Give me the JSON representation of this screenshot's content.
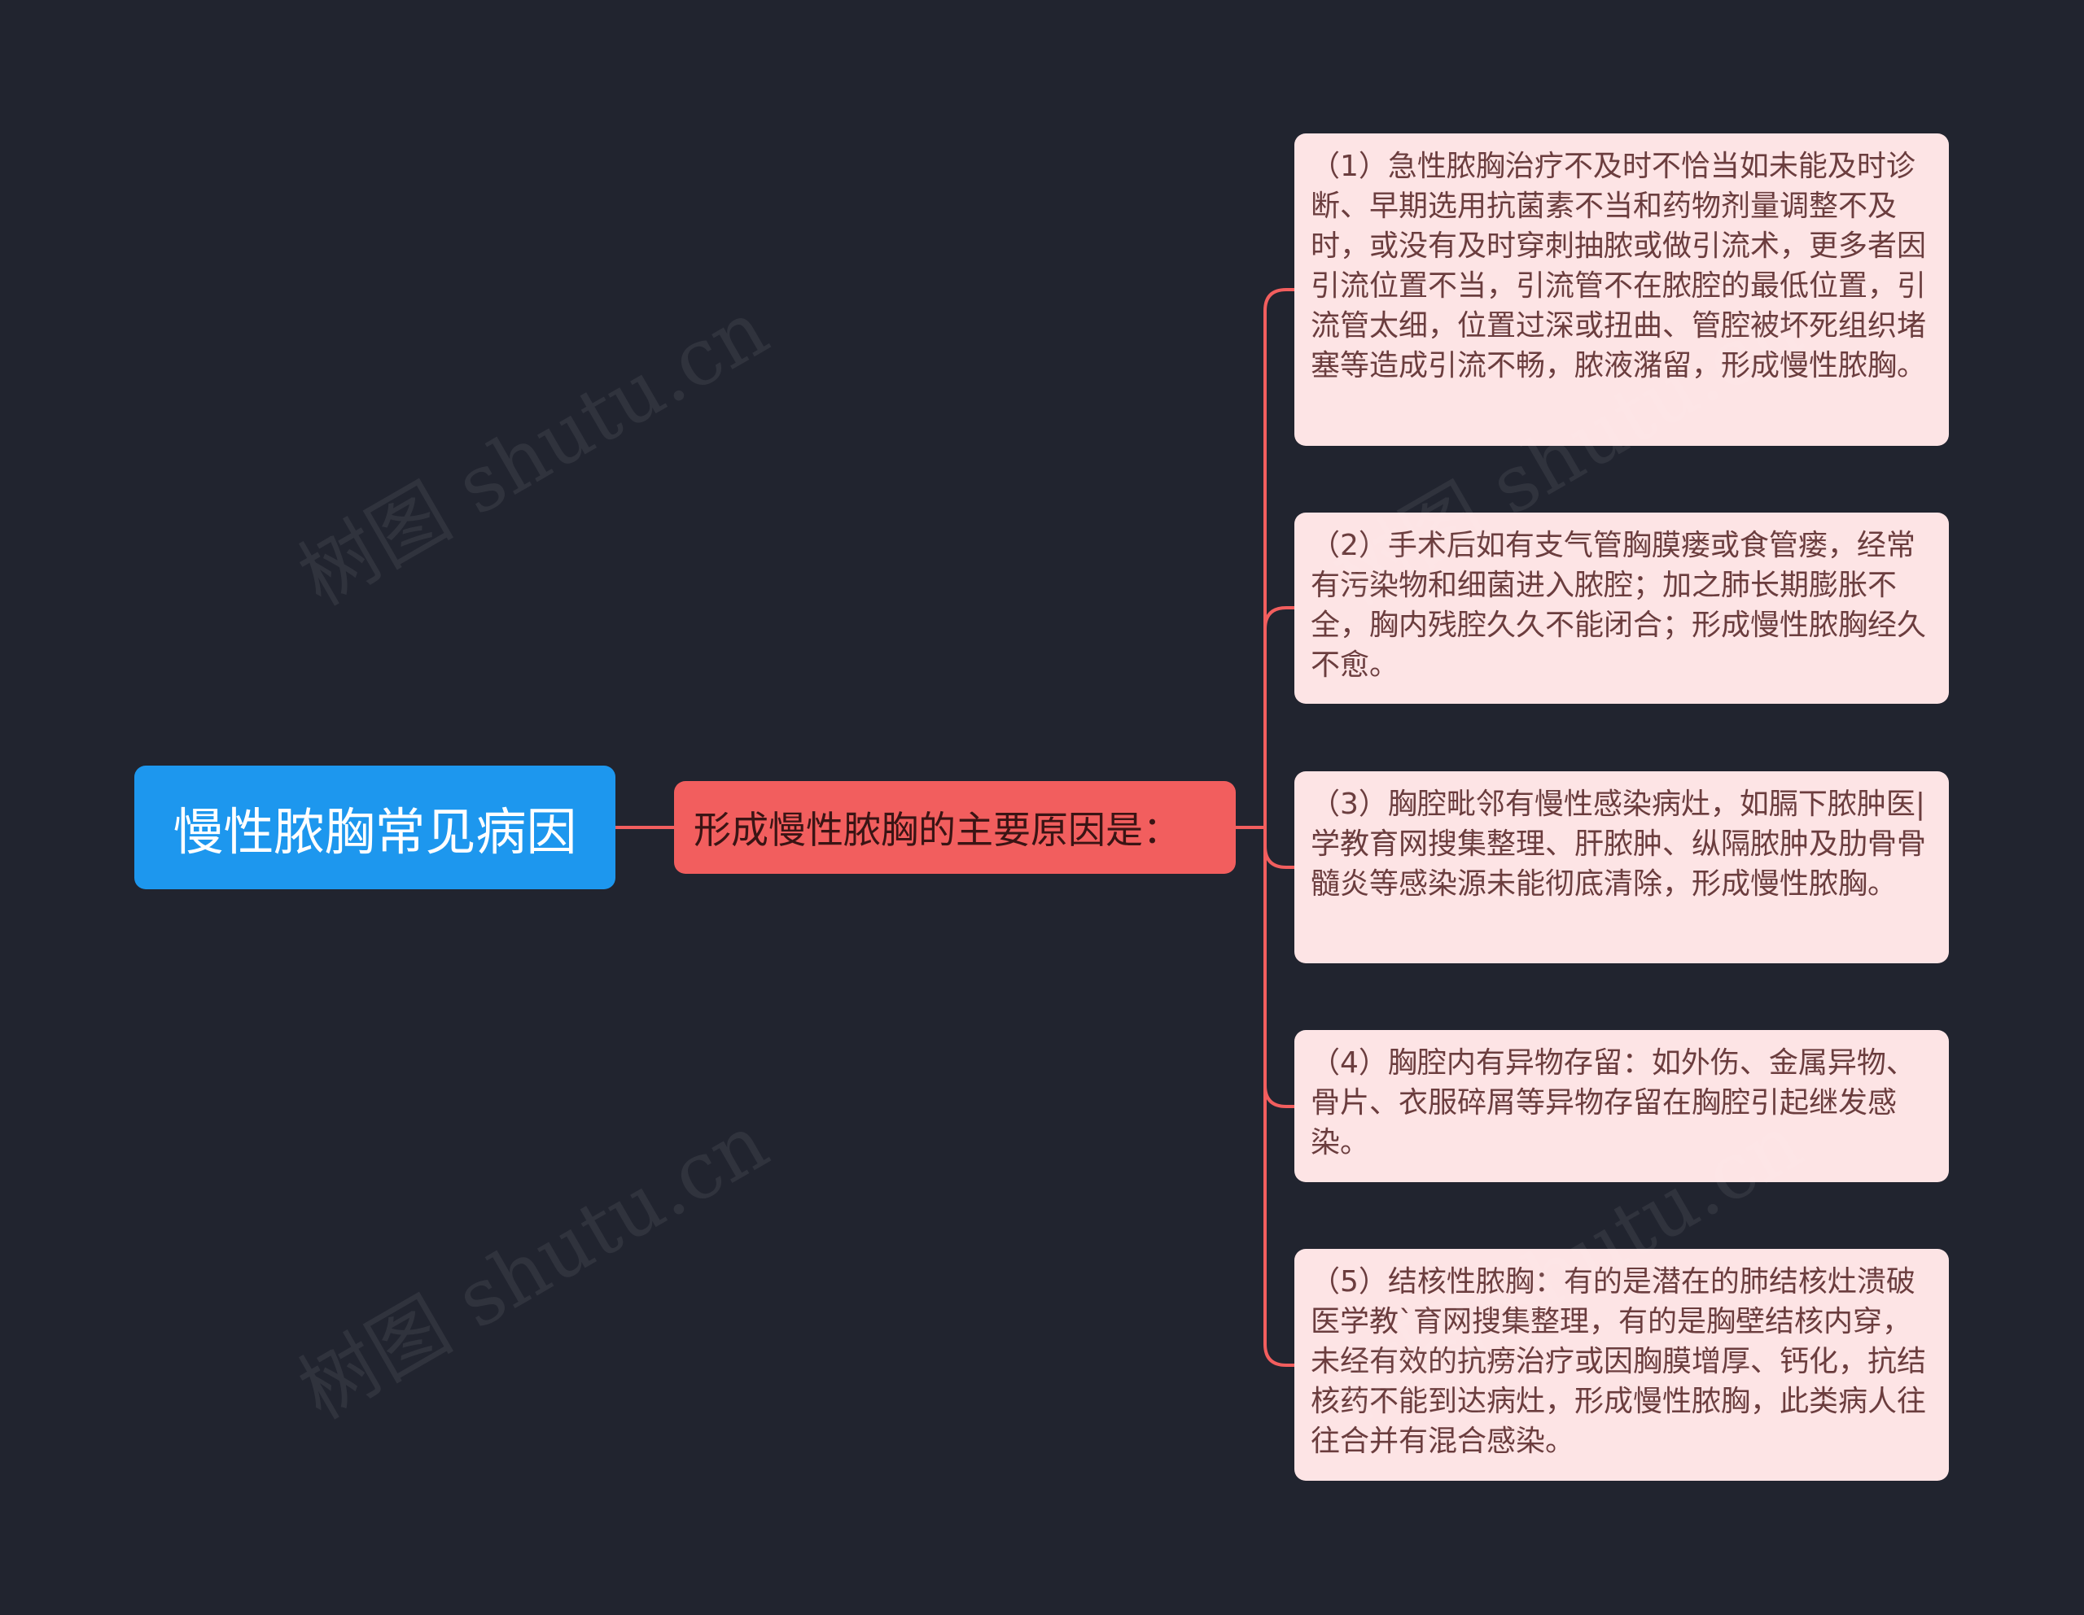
{
  "root": {
    "label": "慢性脓胸常见病因"
  },
  "mid": {
    "label": "形成慢性脓胸的主要原因是："
  },
  "leaves": [
    {
      "text": "（1）急性脓胸治疗不及时不恰当如未能及时诊断、早期选用抗菌素不当和药物剂量调整不及时，或没有及时穿刺抽脓或做引流术，更多者因引流位置不当，引流管不在脓腔的最低位置，引流管太细，位置过深或扭曲、管腔被坏死组织堵塞等造成引流不畅，脓液潴留，形成慢性脓胸。"
    },
    {
      "text": "（2）手术后如有支气管胸膜瘘或食管瘘，经常有污染物和细菌进入脓腔；加之肺长期膨胀不全，胸内残腔久久不能闭合；形成慢性脓胸经久不愈。"
    },
    {
      "text": "（3）胸腔毗邻有慢性感染病灶，如膈下脓肿医|学教育网搜集整理、肝脓肿、纵隔脓肿及肋骨骨髓炎等感染源未能彻底清除，形成慢性脓胸。"
    },
    {
      "text": "（4）胸腔内有异物存留：如外伤、金属异物、骨片、衣服碎屑等异物存留在胸腔引起继发感染。"
    },
    {
      "text": "（5）结核性脓胸：有的是潜在的肺结核灶溃破医学教`育网搜集整理，有的是胸壁结核内穿，未经有效的抗痨治疗或因胸膜增厚、钙化，抗结核药不能到达病灶，形成慢性脓胸，此类病人往往合并有混合感染。"
    }
  ],
  "watermark": "树图 shutu.cn",
  "colors": {
    "background": "#21242f",
    "root": "#1d97ee",
    "mid": "#f25e5e",
    "leaf": "#fde4e5",
    "connector": "#f25e5e"
  }
}
